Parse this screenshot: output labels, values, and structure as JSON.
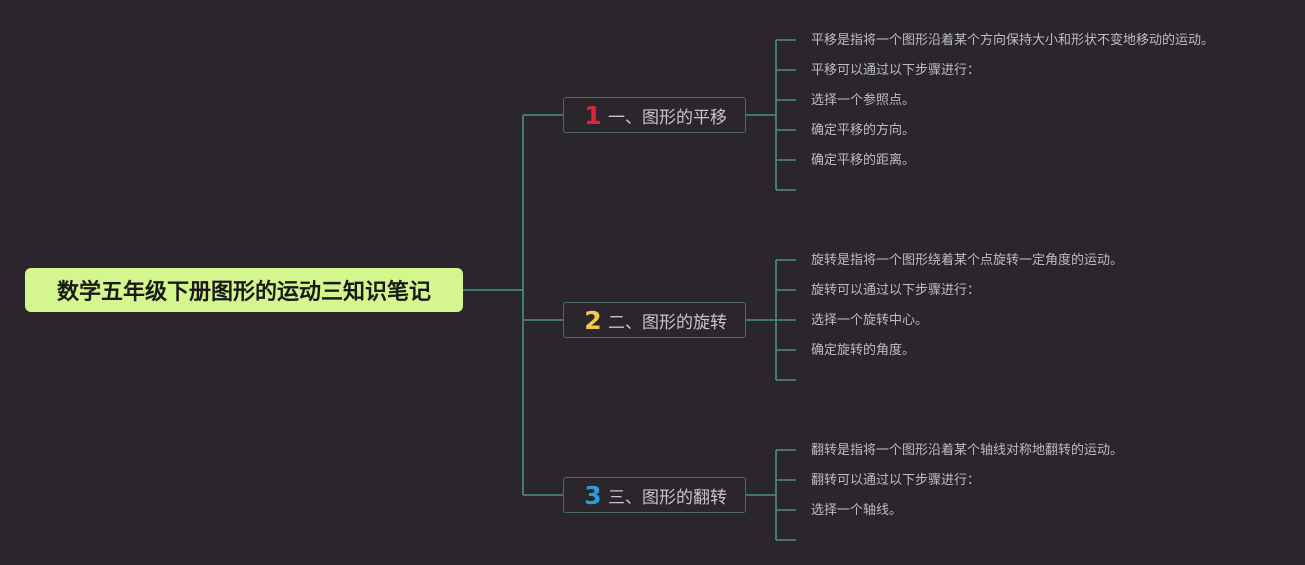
{
  "root": {
    "title": "数学五年级下册图形的运动三知识笔记"
  },
  "colors": {
    "background": "#2a262c",
    "root_fill": "#d5f58e",
    "connector": "#4b8f8a",
    "branch_border": "#4b6b6b",
    "num_1": "#e0243a",
    "num_2": "#f2c94c",
    "num_3": "#2d9cdb"
  },
  "branches": [
    {
      "number": "1",
      "label": "一、图形的平移",
      "leaves": [
        "平移是指将一个图形沿着某个方向保持大小和形状不变地移动的运动。",
        "平移可以通过以下步骤进行：",
        "选择一个参照点。",
        "确定平移的方向。",
        "确定平移的距离。",
        ""
      ]
    },
    {
      "number": "2",
      "label": "二、图形的旋转",
      "leaves": [
        "旋转是指将一个图形绕着某个点旋转一定角度的运动。",
        "旋转可以通过以下步骤进行：",
        "选择一个旋转中心。",
        "确定旋转的角度。",
        ""
      ]
    },
    {
      "number": "3",
      "label": "三、图形的翻转",
      "leaves": [
        "翻转是指将一个图形沿着某个轴线对称地翻转的运动。",
        "翻转可以通过以下步骤进行：",
        "选择一个轴线。",
        ""
      ]
    }
  ]
}
